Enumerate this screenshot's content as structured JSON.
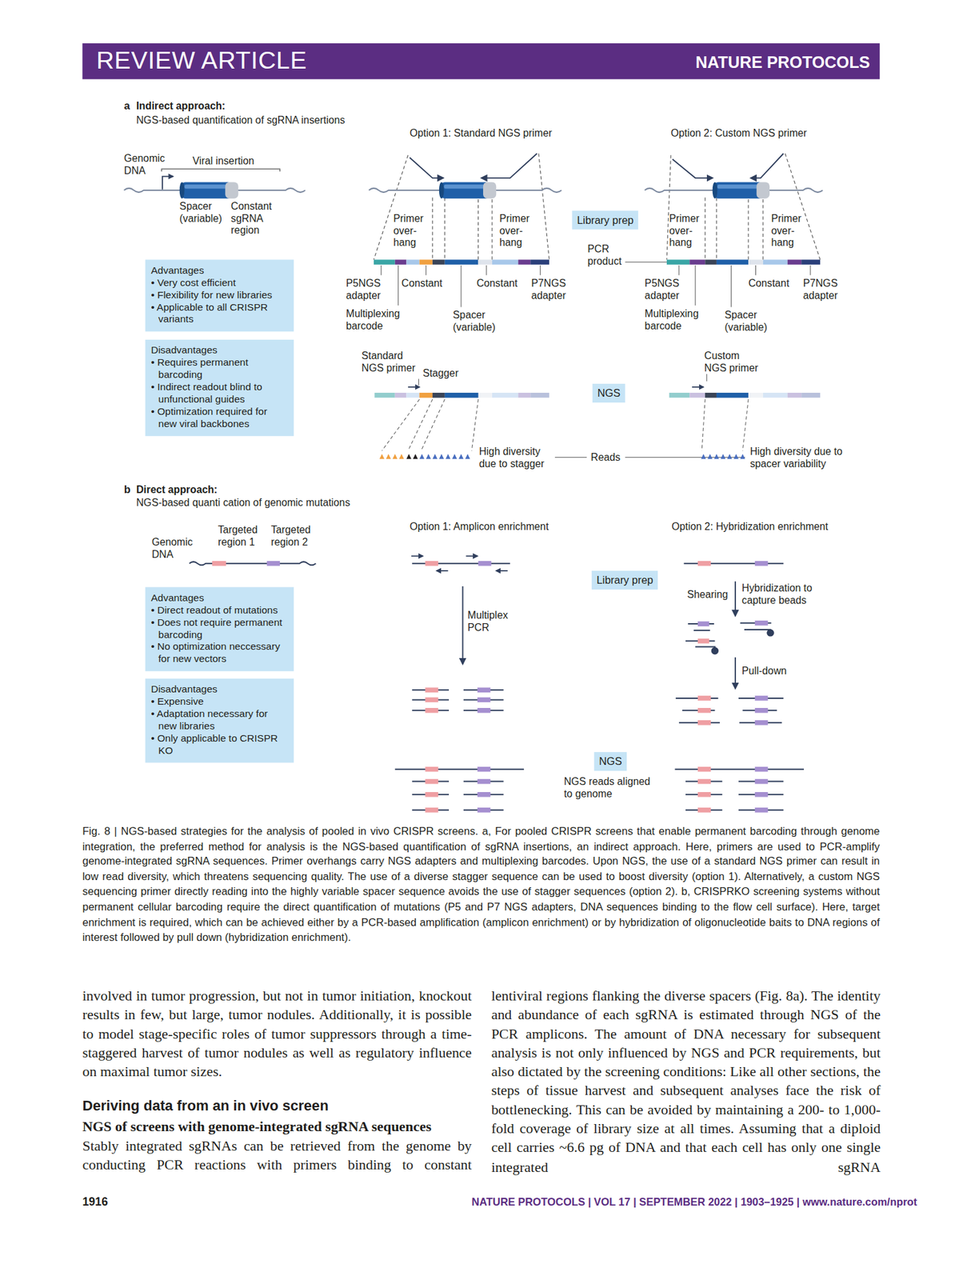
{
  "diagram": {
    "caption": "Fig. 8 | NGS-based strategies for the analysis of pooled in vivo CRISPR screens. a, For pooled CRISPR screens that enable permanent barcoding through genome integration, the preferred method for analysis is the NGS-based quantification of sgRNA insertions, an indirect approach. Here, primers are used to PCR-amplify genome-integrated sgRNA sequences. Primer overhangs carry NGS adapters and multiplexing barcodes. Upon NGS, the use of a standard NGS primer can result in low read diversity, which threatens sequencing quality. The use of a diverse stagger sequence can be used to boost diversity (option 1). Alternatively, a custom NGS sequencing primer directly reading into the highly variable spacer sequence avoids the use of stagger sequences (option 2). b, CRISPRKO screening systems without permanent cellular barcoding require the direct quantification of mutations (P5 and P7 NGS adapters, DNA sequences binding to the flow cell surface). Here, target enrichment is required, which can be achieved either by a PCR-based amplification (amplicon enrichment) or by hybridization of oligonucleotide baits to DNA regions of interest followed by pull down (hybridization enrichment).",
    "nodes": [
      {
        "text": [
          "Advantages",
          "• Very cost efficient",
          "• Flexibility for new libraries",
          "• Applicable to all CRISPR variants"
        ]
      },
      {
        "text": [
          "Disadvantages",
          "• Requires permanent barcoding",
          "• Indirect readout blind to unfunctional guides",
          "• Optimization required for new viral backbones"
        ]
      },
      {
        "text": [
          "Library prep"
        ]
      },
      {
        "text": [
          "NGS"
        ]
      },
      {
        "text": [
          "Advantages",
          "• Direct readout of mutations",
          "• Does not require permanent barcoding",
          "• No optimization neccessary for new vectors"
        ]
      },
      {
        "text": [
          "Disadvantages",
          "• Expensive",
          "• Adaptation necessary for new libraries",
          "• Only applicable to CRISPR KO"
        ]
      },
      {
        "text": [
          "Library prep"
        ]
      },
      {
        "text": [
          "NGS"
        ]
      }
    ],
    "labels": [
      "REVIEW ARTICLE",
      "NATURE PROTOCOLS",
      "a",
      "Indirect approach:",
      "NGS-based quantification of sgRNA insertions",
      "Genomic DNA",
      "Viral insertion",
      "Spacer (variable)",
      "Constant sgRNA region",
      "Option 1: Standard NGS primer",
      "Option 2: Custom NGS primer",
      "Primer over-hang",
      "Primer over-hang",
      "PCR product",
      "Primer over-hang",
      "Primer over-hang",
      "P5NGS adapter",
      "Constant",
      "Constant",
      "P7NGS adapter",
      "Multiplexing barcode",
      "Spacer (variable)",
      "P5NGS adapter",
      "Constant",
      "P7NGS adapter",
      "Multiplexing barcode",
      "Spacer (variable)",
      "Standard NGS primer",
      "Stagger",
      "Custom NGS primer",
      "High diversity due to stagger",
      "Reads",
      "High diversity due to spacer variability",
      "b",
      "Direct approach:",
      "NGS-based quanti cation of genomic mutations",
      "Genomic DNA",
      "Targeted region 1",
      "Targeted region 2",
      "Option 1: Amplicon enrichment",
      "Option 2: Hybridization enrichment",
      "Multiplex PCR",
      "Shearing",
      "Hybridization to capture beads",
      "Pull-down",
      "NGS reads aligned to genome",
      "involved in tumor progression, but not in tumor initiation, knockout results in few, but large, tumor nodules. Additionally, it is possible to model stage-specific roles of tumor suppressors through a time-staggered harvest of tumor nodules as well as regulatory influence on maximal tumor sizes.",
      "Deriving data from an in vivo screen",
      "NGS of screens with genome-integrated sgRNA sequences",
      "Stably integrated sgRNAs can be retrieved from the genome by conducting PCR reactions with primers binding to constant",
      "lentiviral regions flanking the diverse spacers (Fig. 8a). The identity and abundance of each sgRNA is estimated through NGS of the PCR amplicons. The amount of DNA necessary for subsequent analysis is not only influenced by NGS and PCR requirements, but also dictated by the screening conditions: Like all other sections, the steps of tissue harvest and subsequent analyses face the risk of bottlenecking. This can be avoided by maintaining a 200- to 1,000-fold coverage of library size at all times. Assuming that a diploid cell carries ~6.6 pg of DNA and that each cell has only one single integrated sgRNA",
      "1916",
      "NATURE PROTOCOLS | VOL 17 | SEPTEMBER 2022 | 1903–1925 | www.nature.com/nprot"
    ]
  }
}
